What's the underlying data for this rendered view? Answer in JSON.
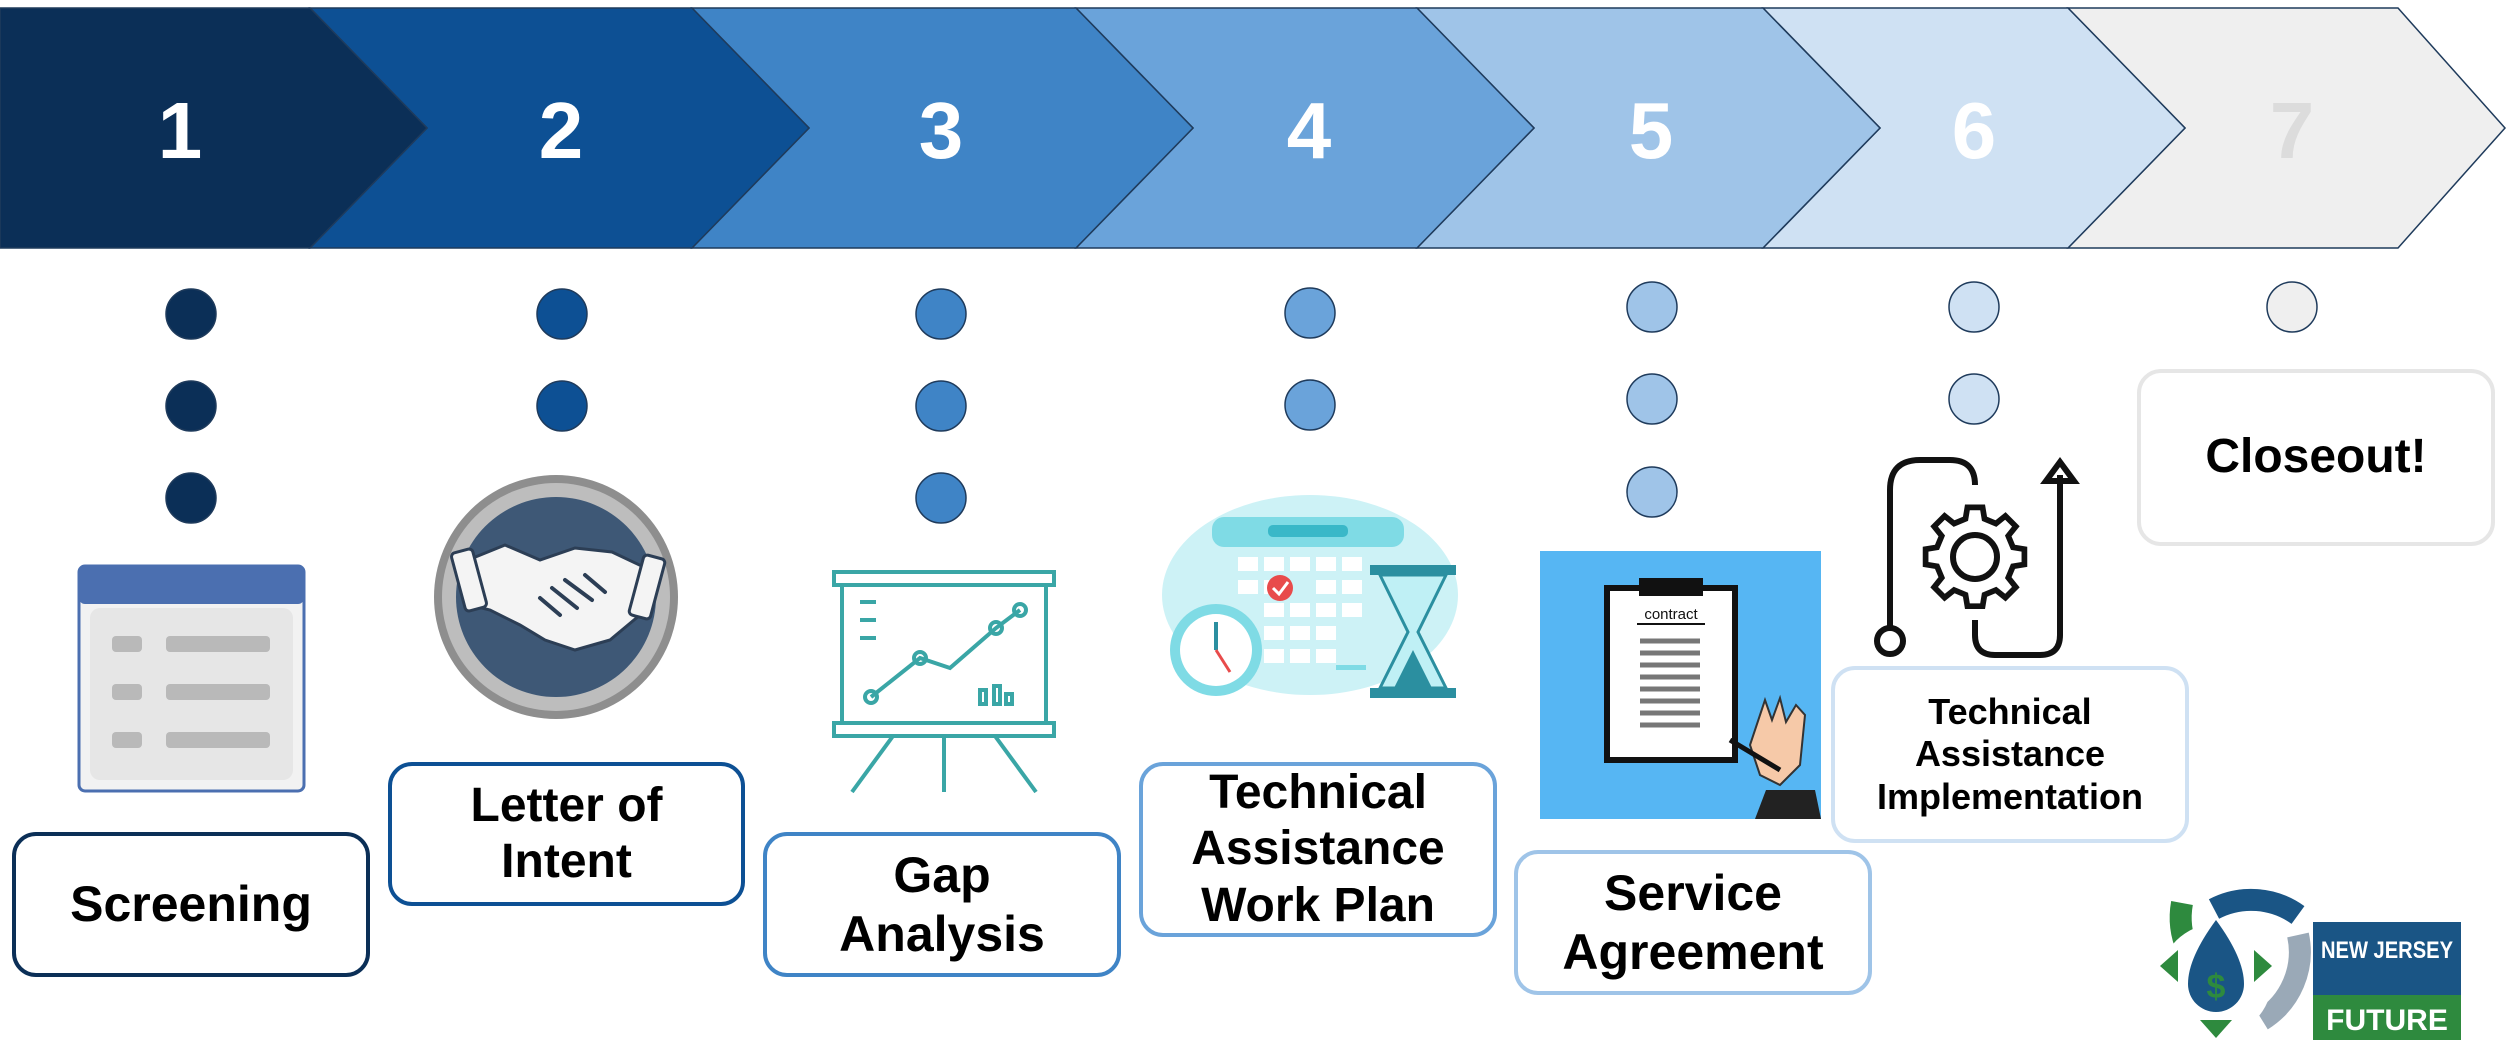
{
  "steps": [
    {
      "number": "1",
      "label": "Screening",
      "color": "#0b2f57",
      "number_color": "#ffffff",
      "dots": 3
    },
    {
      "number": "2",
      "label": "Letter of Intent",
      "color": "#0d5094",
      "number_color": "#ffffff",
      "dots": 2
    },
    {
      "number": "3",
      "label": "Gap Analysis",
      "color": "#3f84c6",
      "number_color": "#ffffff",
      "dots": 3
    },
    {
      "number": "4",
      "label": "Technical Assistance Work Plan",
      "color": "#6aa3da",
      "number_color": "#ffffff",
      "dots": 2
    },
    {
      "number": "5",
      "label": "Service Agreement",
      "color": "#9fc4e8",
      "number_color": "#ffffff",
      "dots": 3
    },
    {
      "number": "6",
      "label": "Technical Assistance Implementation",
      "color": "#cfe1f3",
      "number_color": "#ffffff",
      "dots": 2
    },
    {
      "number": "7",
      "label": "Closeout!",
      "color": "#efefef",
      "number_color": "#dcdcdc",
      "dots": 1
    }
  ],
  "icons": {
    "contract_caption": "contract"
  },
  "logo": {
    "line1": "NEW JERSEY",
    "line2": "FUTURE",
    "green": "#2e8a3e",
    "blue": "#1a5585"
  }
}
